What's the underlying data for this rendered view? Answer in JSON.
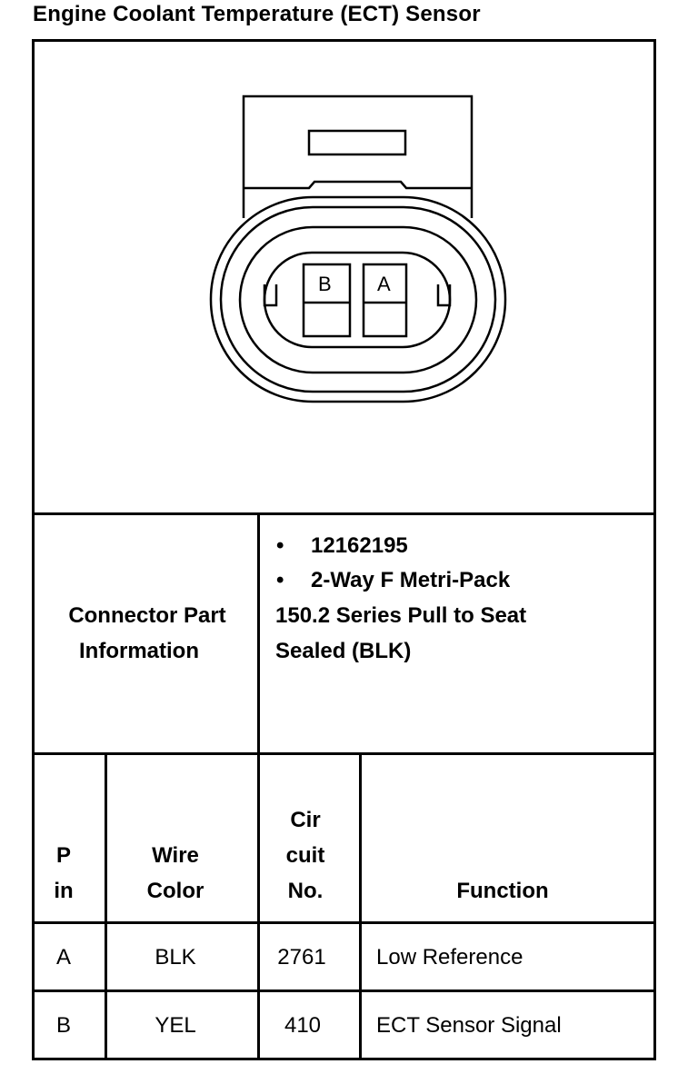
{
  "document": {
    "title": "Engine Coolant Temperature (ECT) Sensor"
  },
  "connector_diagram": {
    "terminal_labels": [
      "B",
      "A"
    ]
  },
  "part_info": {
    "label_line1": "Connector Part",
    "label_line2": "Information",
    "bullets": [
      "12162195",
      "2-Way F Metri-Pack"
    ],
    "desc_line1": "150.2 Series Pull to Seat",
    "desc_line2": "Sealed (BLK)",
    "bullet_symbol": "•"
  },
  "pin_table": {
    "headers": {
      "pin_line1": "P",
      "pin_line2": "in",
      "wire_line1": "Wire",
      "wire_line2": "Color",
      "circuit_line1": "Cir",
      "circuit_line2": "cuit",
      "circuit_line3": "No.",
      "function": "Function"
    },
    "rows": [
      {
        "pin": "A",
        "wire_color": "BLK",
        "circuit": "2761",
        "function": "Low Reference"
      },
      {
        "pin": "B",
        "wire_color": "YEL",
        "circuit": "410",
        "function": "ECT Sensor Signal"
      }
    ]
  }
}
